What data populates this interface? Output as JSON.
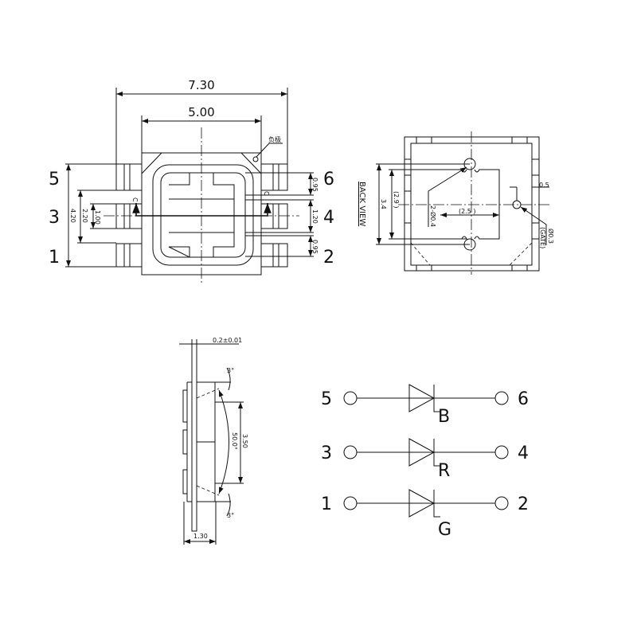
{
  "front_view": {
    "width_overall": "7.30",
    "width_body": "5.00",
    "cathode_mark": "负极",
    "pins_left": [
      "5",
      "3",
      "1"
    ],
    "pins_right": [
      "6",
      "4",
      "2"
    ],
    "dim_height_overall": "4.20",
    "dim_pitch_outer": "2.20",
    "dim_lead_width": "1.00",
    "dim_right_top": "0.95",
    "dim_right_mid": "1.20",
    "dim_right_bottom": "0.95",
    "section_mark": "C"
  },
  "back_view": {
    "title": "BACK VIEW",
    "dim_hole_pitch": "3.4",
    "dim_pad_height": "(2.9  )",
    "dim_holes": "2-Ø0.4",
    "dim_pad_width": "(2.5  )",
    "dim_gate_offset": "0.5",
    "dim_gate_hole": "Ø0.3",
    "gate_label": "(GATE)"
  },
  "side_view": {
    "dim_plate": "0.2±0.01",
    "angle_top": "3°",
    "angle_bottom": "3°",
    "angle_view": "50.0°",
    "dim_lens": "3.50",
    "dim_height": "1.30"
  },
  "schematic": {
    "rows": [
      {
        "anode": "5",
        "cathode": "6",
        "color": "B"
      },
      {
        "anode": "3",
        "cathode": "4",
        "color": "R"
      },
      {
        "anode": "1",
        "cathode": "2",
        "color": "G"
      }
    ]
  }
}
